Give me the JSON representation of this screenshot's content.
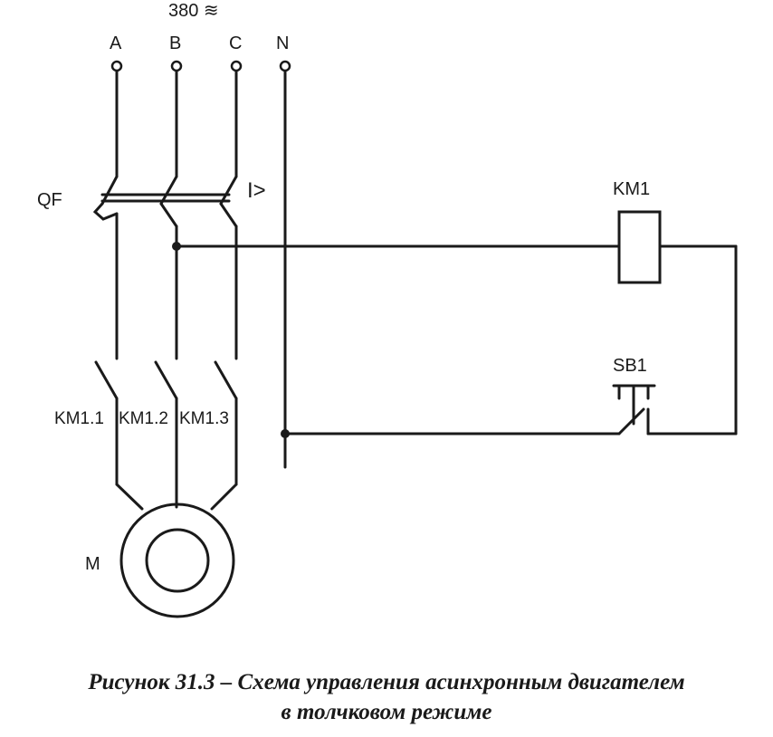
{
  "diagram": {
    "supply_label": "380 ≋",
    "phase_a": "A",
    "phase_b": "B",
    "phase_c": "C",
    "neutral": "N",
    "breaker_label": "QF",
    "overcurrent_label": "I>",
    "coil_label": "KM1",
    "button_label": "SB1",
    "contact_1": "KM1.1",
    "contact_2": "KM1.2",
    "contact_3": "KM1.3",
    "motor_label": "M"
  },
  "caption": {
    "line1": "Рисунок 31.3 –  Схема управления асинхронным двигателем",
    "line2": "в толчковом режиме"
  }
}
